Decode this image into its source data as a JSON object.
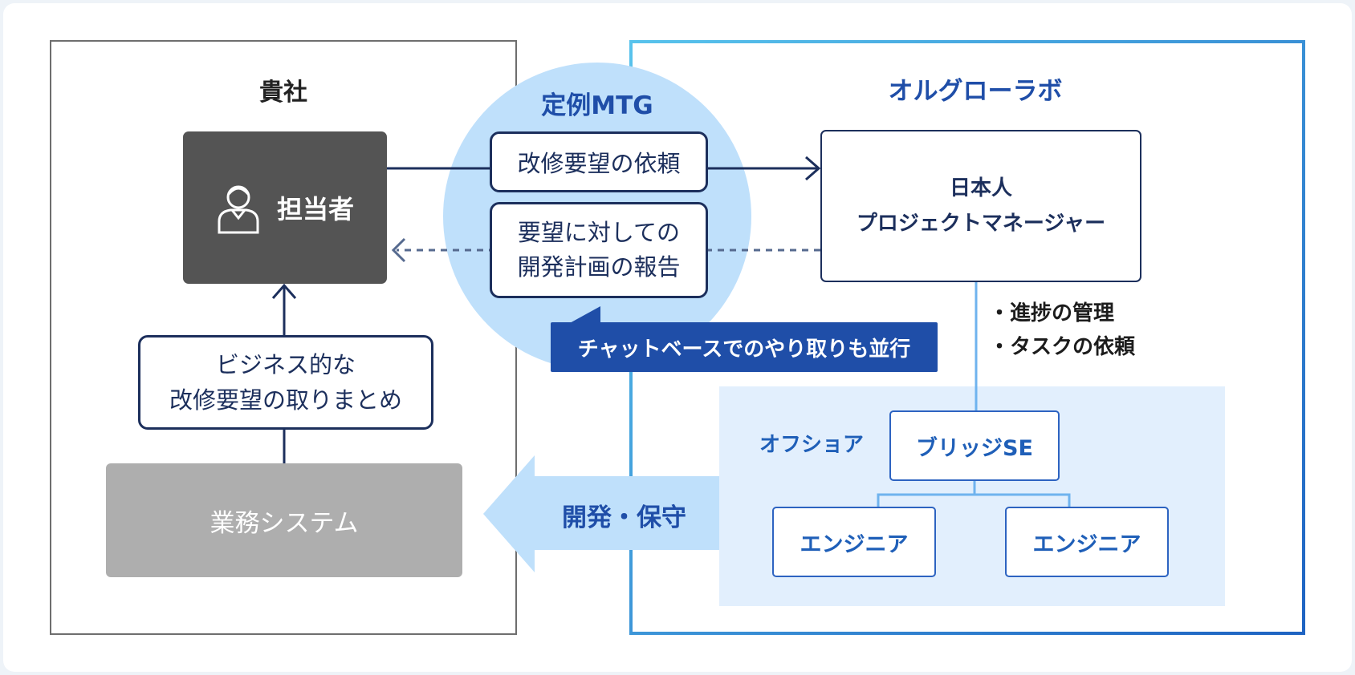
{
  "client": {
    "title": "貴社"
  },
  "lab": {
    "title": "オルグローラボ"
  },
  "meeting": {
    "title": "定例MTG",
    "request": "改修要望の依頼",
    "report_line1": "要望に対しての",
    "report_line2": "開発計画の報告"
  },
  "tantou": {
    "label": "担当者",
    "icon": "person-icon"
  },
  "summary": {
    "line1": "ビジネス的な",
    "line2": "改修要望の取りまとめ"
  },
  "system": {
    "label": "業務システム"
  },
  "pm": {
    "line1": "日本人",
    "line2": "プロジェクトマネージャー"
  },
  "tasks": [
    "・進捗の管理",
    "・タスクの依頼"
  ],
  "chat": {
    "label": "チャットベースでのやり取りも並行"
  },
  "offshore": {
    "label": "オフショア",
    "bridge": "ブリッジSE",
    "engineer1": "エンジニア",
    "engineer2": "エンジニア"
  },
  "dev": {
    "label": "開発・保守"
  },
  "colors": {
    "accent_blue": "#1f4ea8",
    "navy": "#1c2f5c",
    "light_blue": "#bfe0fb",
    "offshore_bg": "#e2effd",
    "dark_gray": "#545454",
    "gray": "#aeaeae"
  }
}
